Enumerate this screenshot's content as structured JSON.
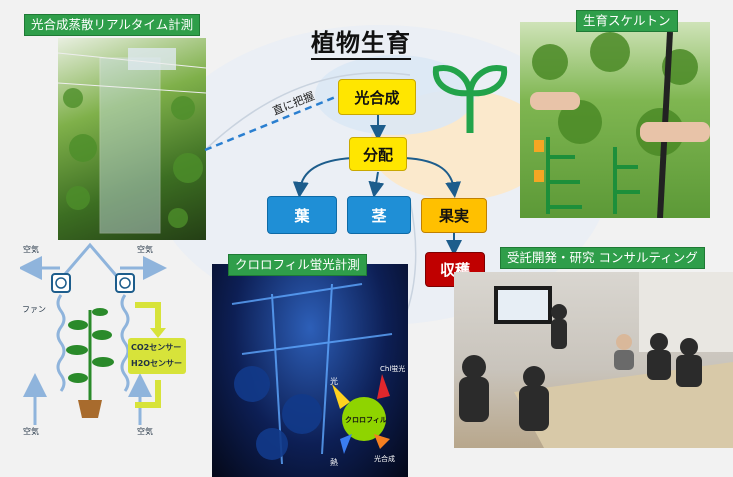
{
  "title": "植物生育",
  "labels": {
    "photosynthesis_measurement": "光合成蒸散リアルタイム計測",
    "growth_skeleton": "生育スケルトン",
    "chlorophyll_measurement": "クロロフィル蛍光計測",
    "consulting": "受託開発・研究 コンサルティング"
  },
  "flow": {
    "photosynthesis": "光合成",
    "distribution": "分配",
    "leaf": "葉",
    "stem": "茎",
    "fruit": "果実",
    "harvest": "収穫",
    "direct_grasp": "直に把握"
  },
  "schematic": {
    "air": "空気",
    "fan": "ファン",
    "co2_sensor": "CO2センサー",
    "h2o_sensor": "H2Oセンサー"
  },
  "chlorophyll_diagram": {
    "center": "クロロフィル",
    "light": "光",
    "fluorescence": "Chl蛍光",
    "photosynthesis": "光合成",
    "heat": "熱"
  },
  "colors": {
    "label_green": "#2f9e4a",
    "box_yellow": "#ffe600",
    "box_blue": "#1f8fd6",
    "box_red": "#c00000"
  }
}
